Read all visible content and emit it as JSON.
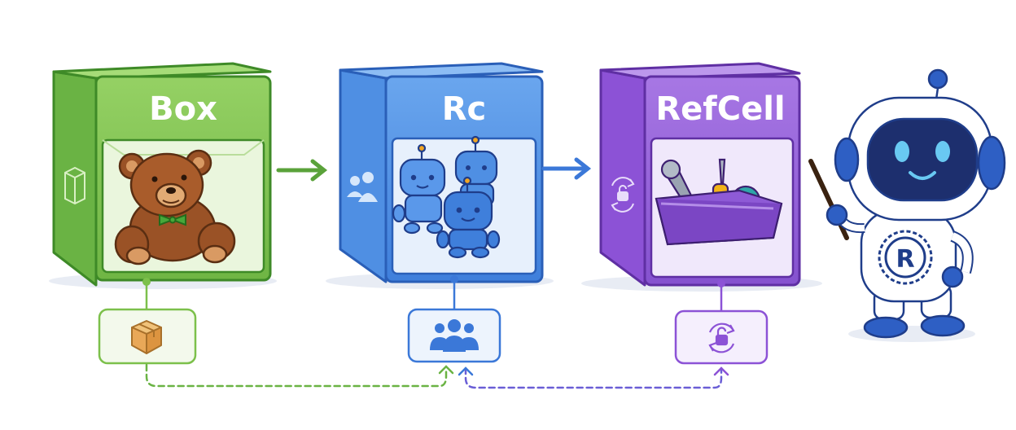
{
  "boxes": [
    {
      "key": "box",
      "title": "Box",
      "color": "#7cc04b",
      "dark": "#3e8a27",
      "contents": "teddy-bear",
      "side_icon": "cube-outline-icon",
      "badge_icon": "cardboard-box-icon"
    },
    {
      "key": "rc",
      "title": "Rc",
      "color": "#4f8fe3",
      "dark": "#2a5fb8",
      "contents": "three-robots",
      "side_icon": "people-icon",
      "badge_icon": "group-icon"
    },
    {
      "key": "refcell",
      "title": "RefCell",
      "color": "#9460d8",
      "dark": "#5f2fa3",
      "contents": "toolbox",
      "side_icon": "unlock-cycle-icon",
      "badge_icon": "unlock-cycle-icon"
    }
  ],
  "mascot": {
    "emblem": "R"
  },
  "colors": {
    "green": "#6ab344",
    "blue": "#3b78d8",
    "purple": "#8c52d6",
    "navy": "#1f3d8a"
  }
}
